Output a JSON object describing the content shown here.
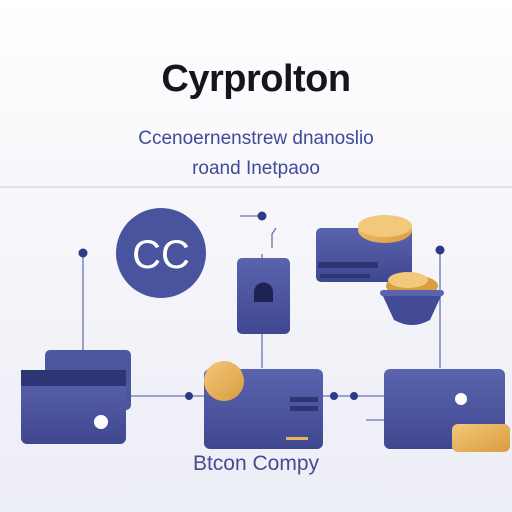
{
  "header": {
    "title": "Cyrprolton",
    "subtitle_line1": "Ccenoernenstrew dnanoslio",
    "subtitle_line2": "roand Inetpaoo"
  },
  "diagram": {
    "logo_text": "CC",
    "footer": "Btcon Compy"
  },
  "colors": {
    "primary": "#4d57a0",
    "primary_dark": "#363e83",
    "node_dot": "#2f3a86",
    "coin": "#e9b45c",
    "line": "#6a72b4",
    "background": "#f4f5fa"
  }
}
